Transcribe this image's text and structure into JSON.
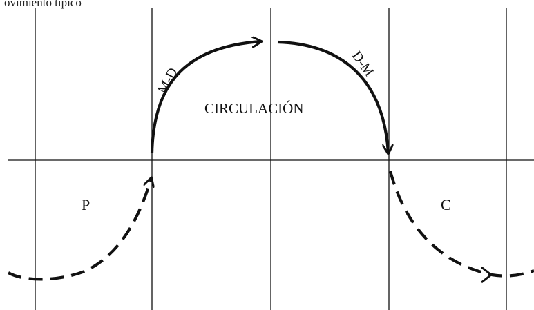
{
  "header_fragment": "ovimiento tipico",
  "labels": {
    "left_region": "P",
    "right_region": "C",
    "center": "CIRCULACIÓN",
    "arc_left": "M-D",
    "arc_right": "D-M"
  }
}
